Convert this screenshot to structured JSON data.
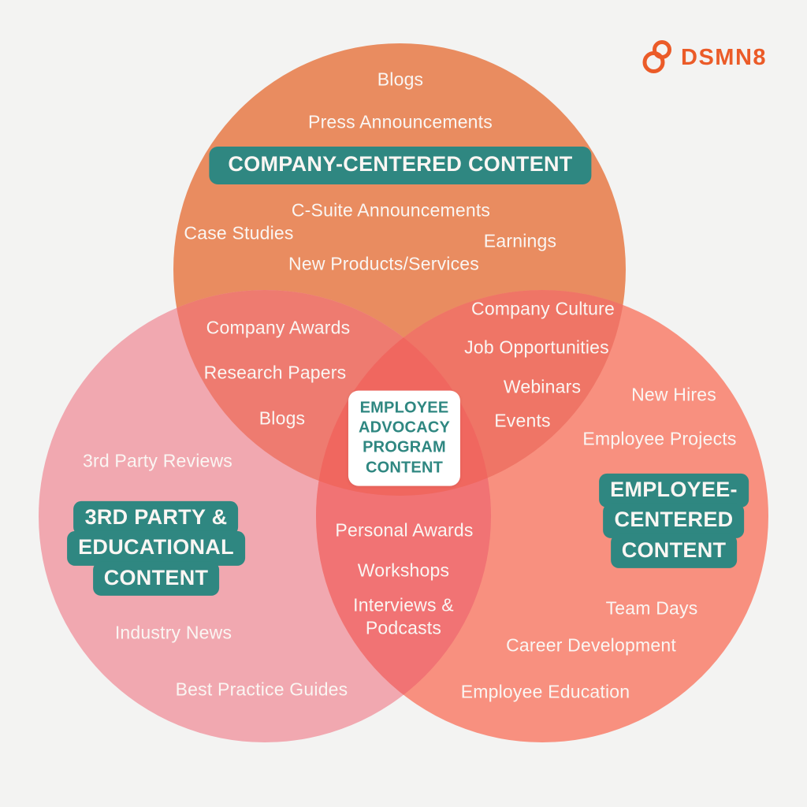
{
  "background_color": "#F3F3F2",
  "logo": {
    "text": "DSMN8",
    "color": "#EB5B28"
  },
  "colors": {
    "badge_teal": "#2F8781",
    "label_white": "#FAF6F3",
    "center_box_bg": "#FFFFFF",
    "top_circle": "#E98C60",
    "left_circle": "#F1A8B0",
    "right_circle": "#F8907F",
    "top_left_overlap": "#EE7B70",
    "top_right_overlap": "#EF7566",
    "left_right_overlap": "#F17374",
    "center_overlap": "#F0675F"
  },
  "venn": {
    "top_circle": {
      "badge": "COMPANY-CENTERED CONTENT",
      "items": [
        "Blogs",
        "Press Announcements",
        "C-Suite Announcements",
        "Case Studies",
        "Earnings",
        "New Products/Services"
      ]
    },
    "left_circle": {
      "badge_lines": [
        "3RD PARTY &",
        "EDUCATIONAL",
        "CONTENT"
      ],
      "items": [
        "3rd Party Reviews",
        "Industry News",
        "Best Practice Guides"
      ]
    },
    "right_circle": {
      "badge_lines": [
        "EMPLOYEE-",
        "CENTERED",
        "CONTENT"
      ],
      "items": [
        "New Hires",
        "Employee Projects",
        "Team Days",
        "Career Development",
        "Employee Education"
      ]
    },
    "top_left_overlap": {
      "items": [
        "Company Awards",
        "Research Papers",
        "Blogs"
      ]
    },
    "top_right_overlap": {
      "items": [
        "Company Culture",
        "Job Opportunities",
        "Webinars",
        "Events"
      ]
    },
    "left_right_overlap": {
      "items": [
        "Personal Awards",
        "Workshops",
        "Interviews & Podcasts"
      ]
    },
    "center_overlap": {
      "box_lines": [
        "EMPLOYEE",
        "ADVOCACY",
        "PROGRAM",
        "CONTENT"
      ]
    }
  }
}
